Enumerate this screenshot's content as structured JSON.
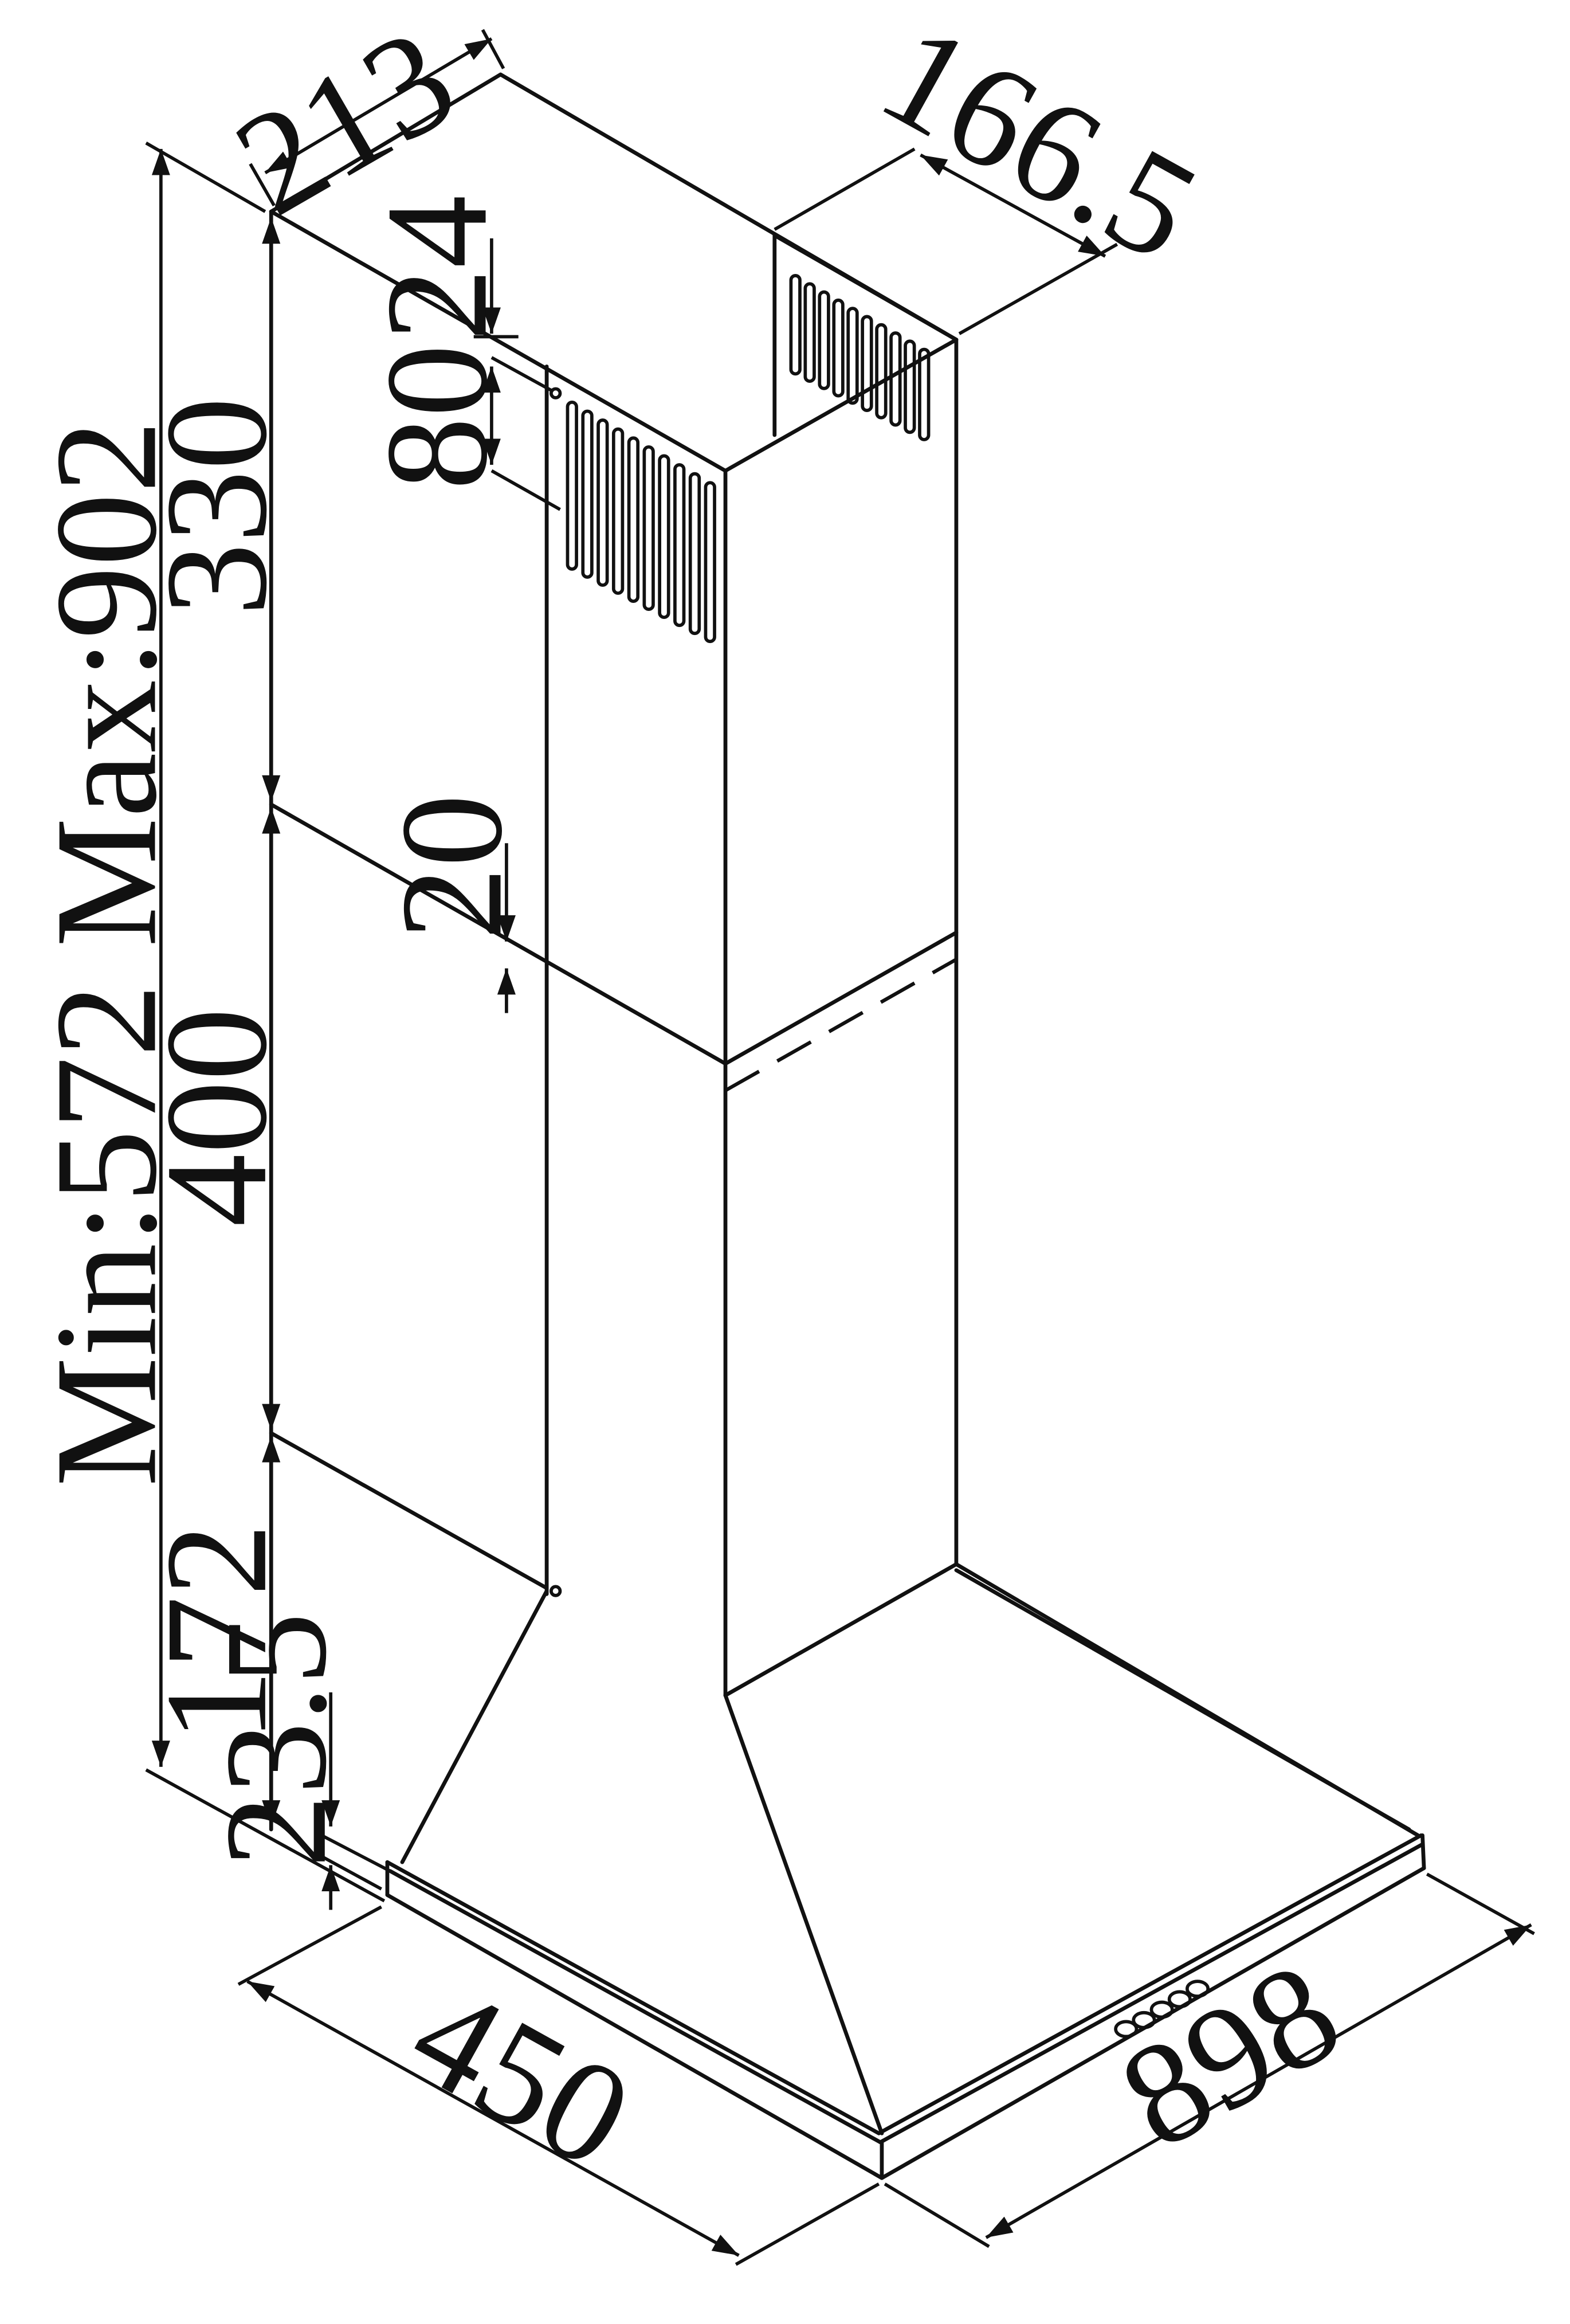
{
  "diagram": {
    "dimensions": {
      "chimney_depth": "213",
      "chimney_width": "166.5",
      "total_height": "Min:572 Max:902",
      "upper_chimney": "330",
      "lower_chimney": "400",
      "canopy_height": "172",
      "edge_thickness": "23.5",
      "vent_offset": "24",
      "vent_height": "80",
      "overlap": "20",
      "hood_depth": "450",
      "hood_width": "898"
    }
  }
}
